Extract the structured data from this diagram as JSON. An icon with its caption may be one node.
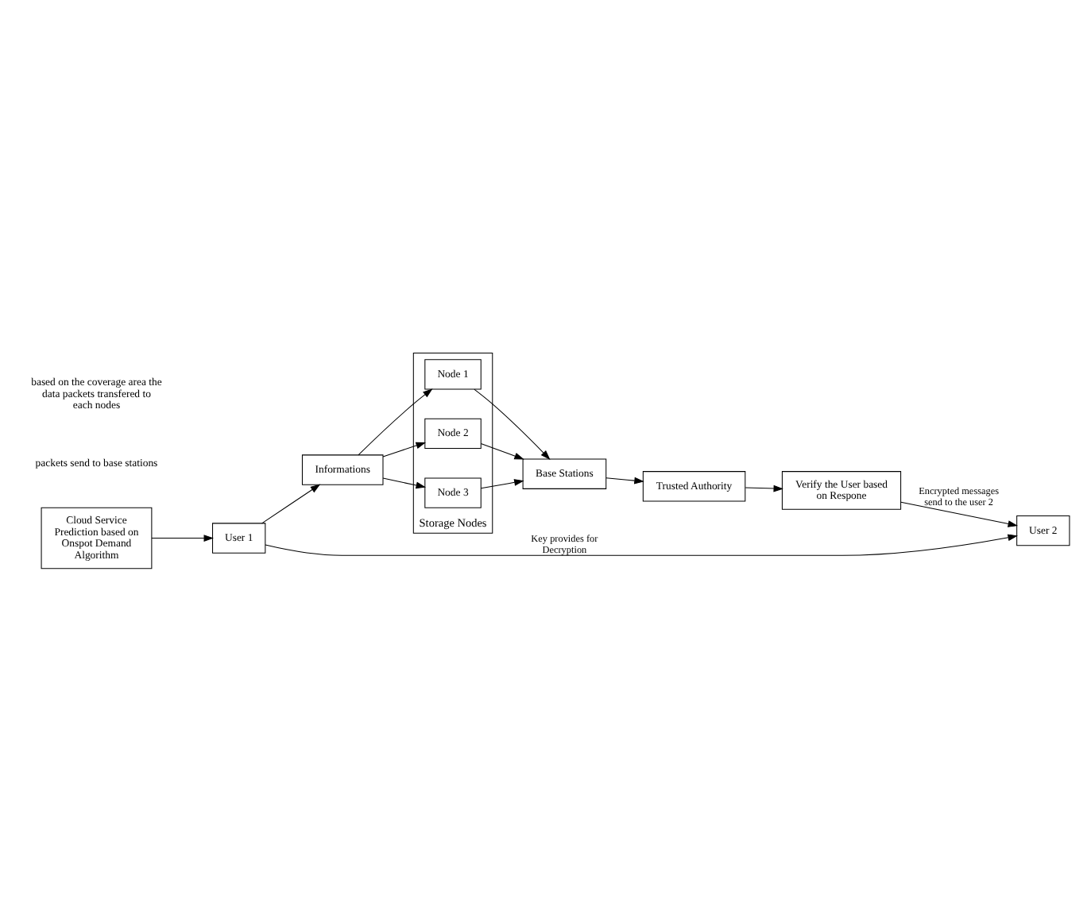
{
  "diagram": {
    "nodes": [
      {
        "text": [
          "Storage Nodes"
        ]
      },
      {
        "text": [
          "Node 1"
        ],
        "in": 0
      },
      {
        "text": [
          "Node 2"
        ],
        "in": 0
      },
      {
        "text": [
          "Node 3"
        ],
        "in": 0
      },
      {
        "text": [
          "Informations"
        ]
      },
      {
        "text": [
          "Base Stations"
        ]
      },
      {
        "text": [
          "Trusted Authority"
        ]
      },
      {
        "text": [
          "Verify the User based on Respone"
        ]
      },
      {
        "text": [
          "User 1"
        ]
      },
      {
        "text": [
          "User 2"
        ]
      },
      {
        "text": [
          "Cloud Service Prediction based on Onspot Demand Algorithm"
        ]
      }
    ],
    "edges": [
      {
        "from": 4,
        "to": 1,
        "arrow": "to"
      },
      {
        "from": 4,
        "to": 2,
        "arrow": "to"
      },
      {
        "from": 4,
        "to": 3,
        "arrow": "to"
      },
      {
        "from": 1,
        "to": 5,
        "arrow": "to"
      },
      {
        "from": 2,
        "to": 5,
        "arrow": "to"
      },
      {
        "from": 3,
        "to": 5,
        "arrow": "to"
      },
      {
        "from": 5,
        "to": 6,
        "arrow": "to"
      },
      {
        "from": 6,
        "to": 7,
        "arrow": "to"
      },
      {
        "from": 7,
        "to": 9,
        "arrow": "to",
        "label": "Encrypted messages send to the user 2"
      },
      {
        "from": 8,
        "to": 4,
        "arrow": "to"
      },
      {
        "from": 8,
        "to": 9,
        "arrow": "to",
        "label": "Key provides for Decryption"
      },
      {
        "from": 10,
        "to": 8,
        "arrow": "to"
      }
    ],
    "labels": [
      "packets send to base stations",
      "based on the coverage area the data packets transfered to each nodes"
    ]
  }
}
